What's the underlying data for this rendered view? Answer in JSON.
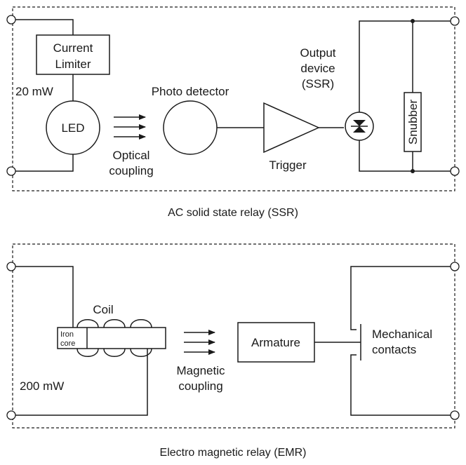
{
  "ssr": {
    "current_limiter": [
      "Current",
      "Limiter"
    ],
    "power": "20 mW",
    "led": "LED",
    "optical_coupling": [
      "Optical",
      "coupling"
    ],
    "photo_detector": "Photo detector",
    "trigger": "Trigger",
    "output_device": [
      "Output",
      "device",
      "(SSR)"
    ],
    "snubber": "Snubber",
    "caption": "AC solid state relay (SSR)"
  },
  "emr": {
    "coil": "Coil",
    "iron_core": [
      "Iron",
      "core"
    ],
    "power": "200 mW",
    "magnetic_coupling": [
      "Magnetic",
      "coupling"
    ],
    "armature": "Armature",
    "mechanical_contacts": [
      "Mechanical",
      "contacts"
    ],
    "caption": "Electro magnetic relay (EMR)"
  }
}
